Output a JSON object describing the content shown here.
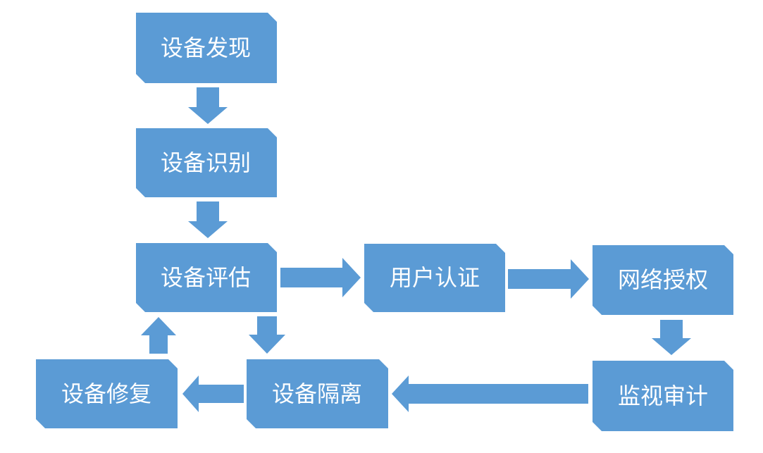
{
  "diagram": {
    "colors": {
      "node_fill": "#5b9bd5",
      "arrow_fill": "#5b9bd5",
      "label_text": "#ffffff",
      "background": "#ffffff"
    },
    "nodes": {
      "device_discovery": "设备发现",
      "device_identification": "设备识别",
      "device_assessment": "设备评估",
      "user_authentication": "用户认证",
      "network_authorization": "网络授权",
      "monitoring_audit": "监视审计",
      "device_isolation": "设备隔离",
      "device_repair": "设备修复"
    },
    "edges": [
      {
        "from": "device_discovery",
        "to": "device_identification"
      },
      {
        "from": "device_identification",
        "to": "device_assessment"
      },
      {
        "from": "device_assessment",
        "to": "user_authentication"
      },
      {
        "from": "user_authentication",
        "to": "network_authorization"
      },
      {
        "from": "network_authorization",
        "to": "monitoring_audit"
      },
      {
        "from": "monitoring_audit",
        "to": "device_isolation"
      },
      {
        "from": "device_assessment",
        "to": "device_isolation"
      },
      {
        "from": "device_isolation",
        "to": "device_repair"
      },
      {
        "from": "device_repair",
        "to": "device_assessment"
      }
    ]
  }
}
